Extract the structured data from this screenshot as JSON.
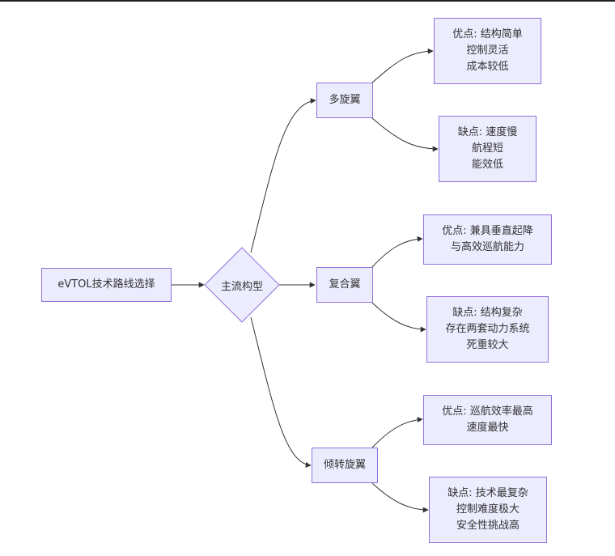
{
  "diagram": {
    "root": {
      "label": "eVTOL技术路线选择"
    },
    "decision": {
      "label": "主流构型"
    },
    "branches": [
      {
        "label": "多旋翼",
        "pros": [
          "优点: 结构简单",
          "控制灵活",
          "成本较低"
        ],
        "cons": [
          "缺点: 速度慢",
          "航程短",
          "能效低"
        ]
      },
      {
        "label": "复合翼",
        "pros": [
          "优点: 兼具垂直起降",
          "与高效巡航能力"
        ],
        "cons": [
          "缺点: 结构复杂",
          "存在两套动力系统",
          "死重较大"
        ]
      },
      {
        "label": "倾转旋翼",
        "pros": [
          "优点: 巡航效率最高",
          "速度最快"
        ],
        "cons": [
          "缺点: 技术最复杂",
          "控制难度极大",
          "安全性挑战高"
        ]
      }
    ]
  },
  "colors": {
    "node_fill": "#ECECFF",
    "node_border": "#9370DB",
    "edge": "#333333"
  }
}
